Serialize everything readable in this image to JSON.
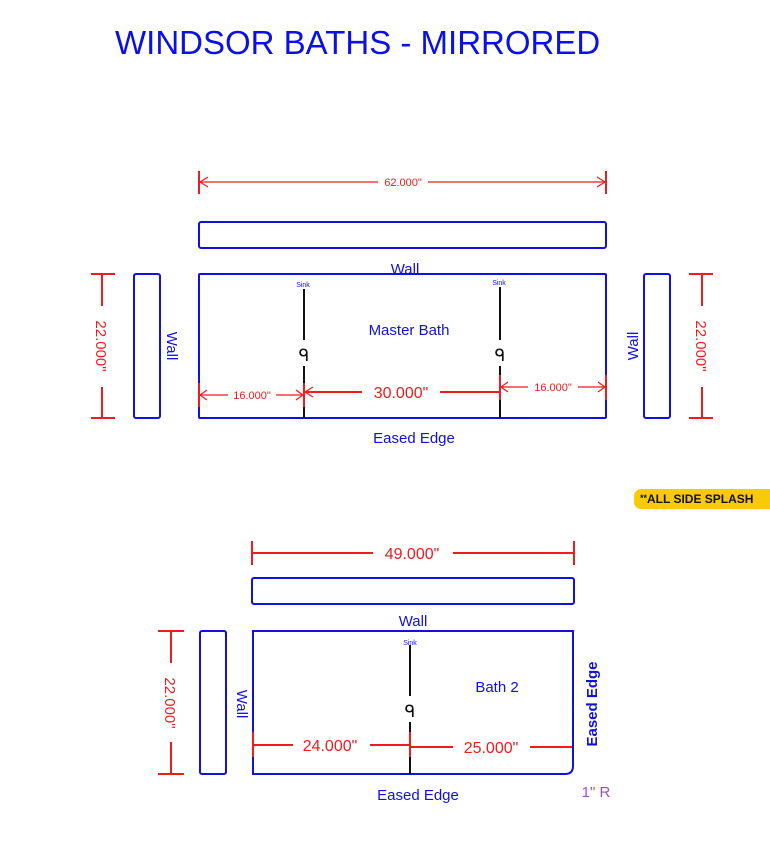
{
  "title": "WINDSOR BATHS - MIRRORED",
  "note": {
    "prefix": "**",
    "text": "ALL SIDE SPLASH",
    "background": "#f9cb07"
  },
  "colors": {
    "outline": "#1010e0",
    "dimension": "#ee1c1c",
    "sink_line": "#111111",
    "radius_label": "#9b4fd0"
  },
  "master_bath": {
    "label": "Master Bath",
    "overall_width": "62.000\"",
    "depth_left": "22.000\"",
    "depth_right": "22.000\"",
    "left_offset": "16.000\"",
    "sink_spacing": "30.000\"",
    "right_offset": "16.000\"",
    "back_label": "Wall",
    "left_label": "Wall",
    "right_label": "Wall",
    "front_label": "Eased Edge",
    "sinks": [
      {
        "label": "Sink"
      },
      {
        "label": "Sink"
      }
    ]
  },
  "bath_2": {
    "label": "Bath 2",
    "overall_width": "49.000\"",
    "depth_left": "22.000\"",
    "left_offset": "24.000\"",
    "right_offset": "25.000\"",
    "back_label": "Wall",
    "left_label": "Wall",
    "right_label": "Eased Edge",
    "front_label": "Eased Edge",
    "corner_radius": "1\" R",
    "sinks": [
      {
        "label": "Sink"
      }
    ]
  }
}
